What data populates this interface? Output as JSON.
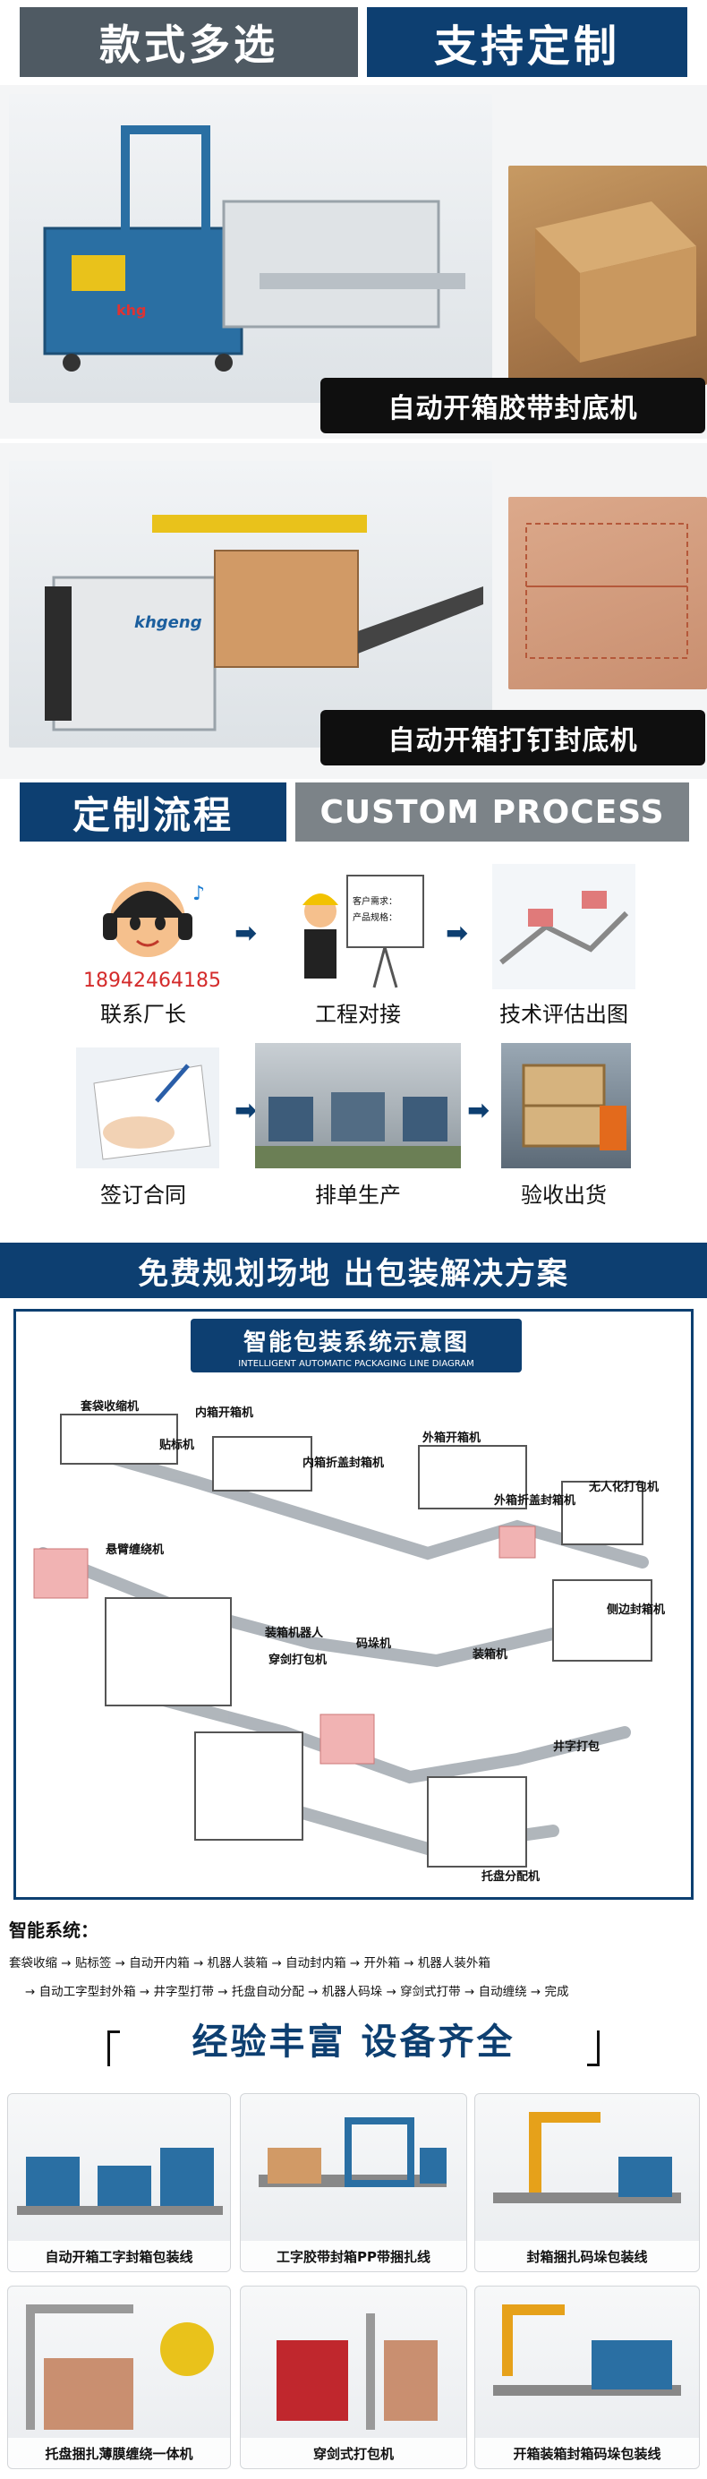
{
  "top_banner": {
    "left_label": "款式多选",
    "right_label": "支持定制"
  },
  "machine1": {
    "caption": "自动开箱胶带封底机",
    "brand": "khg"
  },
  "machine2": {
    "caption": "自动开箱打钉封底机",
    "brand": "khgeng"
  },
  "process": {
    "title_cn": "定制流程",
    "title_en": "CUSTOM PROCESS",
    "phone": "18942464185",
    "board_line1": "客户需求：",
    "board_line2": "产品规格：",
    "steps": [
      {
        "label": "联系厂长"
      },
      {
        "label": "工程对接"
      },
      {
        "label": "技术评估出图"
      },
      {
        "label": "签订合同"
      },
      {
        "label": "排单生产"
      },
      {
        "label": "验收出货"
      }
    ]
  },
  "planning": {
    "banner": "免费规划场地 出包装解决方案",
    "diagram_title": "智能包装系统示意图",
    "diagram_subtitle": "INTELLIGENT AUTOMATIC PACKAGING LINE DIAGRAM",
    "labels": [
      "套袋收缩机",
      "内箱开箱机",
      "贴标机",
      "内箱折盖封箱机",
      "外箱开箱机",
      "外箱折盖封箱机",
      "无人化打包机",
      "悬臂缠绕机",
      "装箱机器人",
      "码垛机",
      "穿剑打包机",
      "装箱机",
      "侧边封箱机",
      "井字打包",
      "托盘分配机"
    ]
  },
  "system": {
    "title": "智能系统：",
    "flow_line1": "套袋收缩 → 贴标签 → 自动开内箱 → 机器人装箱 → 自动封内箱 → 开外箱 → 机器人装外箱",
    "flow_line2": "→ 自动工字型封外箱 → 井字型打带 → 托盘自动分配 → 机器人码垛 → 穿剑式打带 → 自动缠绕 → 完成"
  },
  "experience": {
    "title": "经验丰富  设备齐全",
    "lines": [
      {
        "label": "自动开箱工字封箱包装线"
      },
      {
        "label": "工字胶带封箱PP带捆扎线"
      },
      {
        "label": "封箱捆扎码垛包装线"
      },
      {
        "label": "托盘捆扎薄膜缠绕一体机"
      },
      {
        "label": "穿剑式打包机"
      },
      {
        "label": "开箱装箱封箱码垛包装线"
      }
    ]
  }
}
